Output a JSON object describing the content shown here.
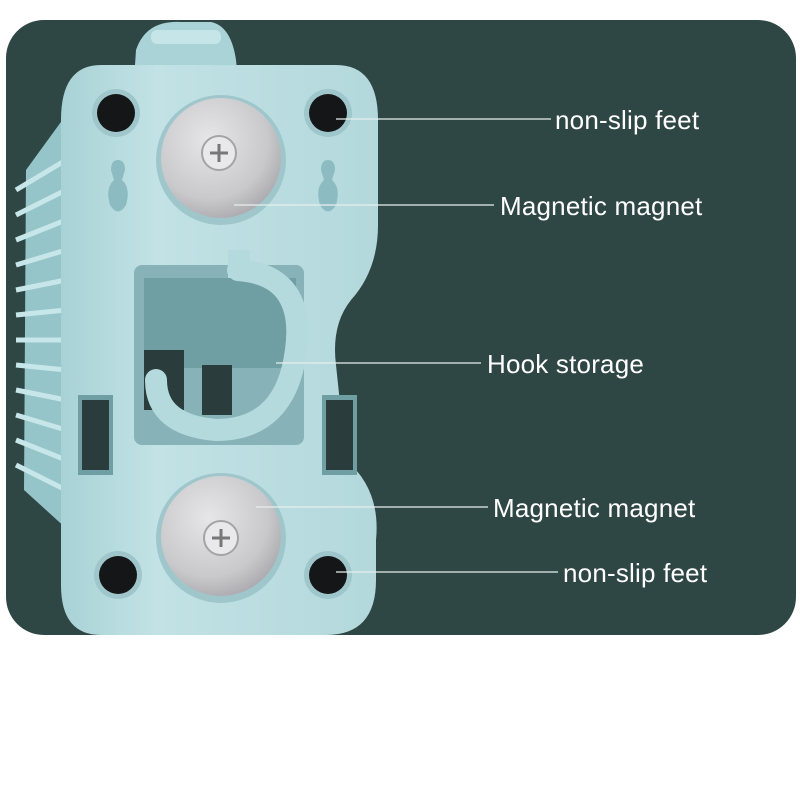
{
  "colors": {
    "background": "#2f4744",
    "device_body": "#b9dcdf",
    "device_shadow": "#8fbfc4",
    "magnet_metal": "#cfcfd1",
    "feet": "#141617",
    "leader_line": "#e8eeee",
    "label_text": "#ffffff"
  },
  "labels": {
    "top_feet": "non-slip feet",
    "top_magnet": "Magnetic magnet",
    "hook": "Hook storage",
    "bottom_magnet": "Magnetic magnet",
    "bottom_feet": "non-slip feet"
  }
}
